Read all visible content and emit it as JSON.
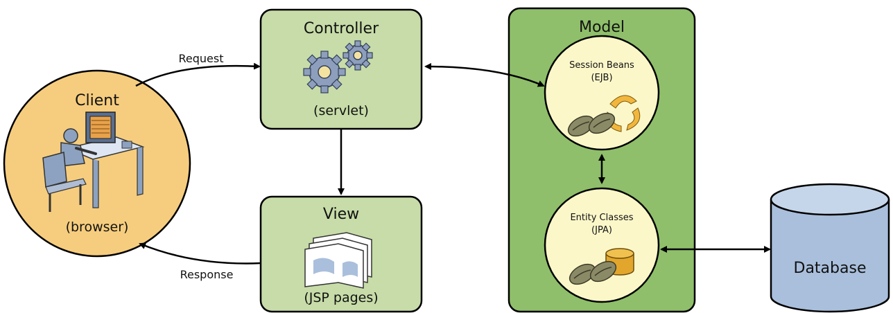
{
  "client": {
    "title": "Client",
    "subtitle": "(browser)"
  },
  "controller": {
    "title": "Controller",
    "subtitle": "(servlet)"
  },
  "view": {
    "title": "View",
    "subtitle": "(JSP pages)"
  },
  "model": {
    "title": "Model",
    "session_beans": {
      "line1": "Session Beans",
      "line2": "(EJB)"
    },
    "entity_classes": {
      "line1": "Entity Classes",
      "line2": "(JPA)"
    }
  },
  "database": {
    "label": "Database"
  },
  "edges": {
    "request": "Request",
    "response": "Response"
  },
  "colors": {
    "box_fill": "#c7dca8",
    "model_fill": "#8fbf6a",
    "client_fill": "#f6cd7e",
    "inner_circle_fill": "#fbf7c9",
    "database_fill": "#a9bfdc",
    "gear_fill": "#8e9fbd"
  },
  "icons": [
    "computer-user-icon",
    "gears-icon",
    "pages-icon",
    "beans-icon",
    "recycle-icon",
    "database-small-icon"
  ]
}
